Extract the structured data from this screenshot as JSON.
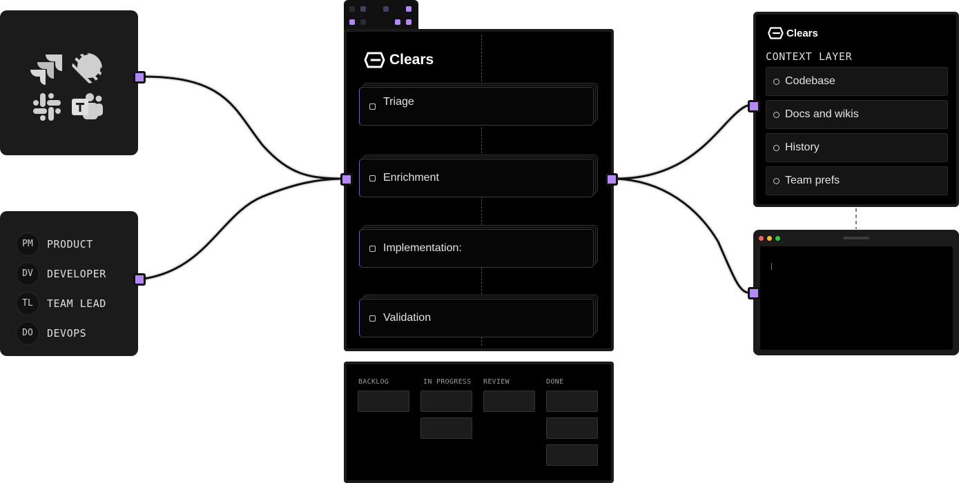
{
  "integrations": {
    "logos": [
      "jira-icon",
      "linear-icon",
      "slack-icon",
      "teams-icon"
    ]
  },
  "roles": [
    {
      "abbr": "PM",
      "name": "PRODUCT"
    },
    {
      "abbr": "DV",
      "name": "DEVELOPER"
    },
    {
      "abbr": "TL",
      "name": "TEAM LEAD"
    },
    {
      "abbr": "DO",
      "name": "DEVOPS"
    }
  ],
  "pipeline": {
    "brand": "Clears",
    "stages": [
      "Triage",
      "Enrichment",
      "Implementation:",
      "Validation"
    ]
  },
  "kanban": {
    "columns": [
      {
        "title": "BACKLOG",
        "cards": 1
      },
      {
        "title": "IN PROGRESS",
        "cards": 2
      },
      {
        "title": "REVIEW",
        "cards": 1
      },
      {
        "title": "DONE",
        "cards": 3
      }
    ]
  },
  "context": {
    "brand": "Clears",
    "title": "CONTEXT LAYER",
    "items": [
      "Codebase",
      "Docs and wikis",
      "History",
      "Team prefs"
    ]
  },
  "terminal": {
    "window_controls": [
      "close",
      "minimize",
      "maximize"
    ]
  },
  "colors": {
    "accent": "#b388f7",
    "card_bg": "#1b1b1b",
    "close": "#ff5f57",
    "minimize": "#febc2e",
    "maximize": "#28c840"
  }
}
